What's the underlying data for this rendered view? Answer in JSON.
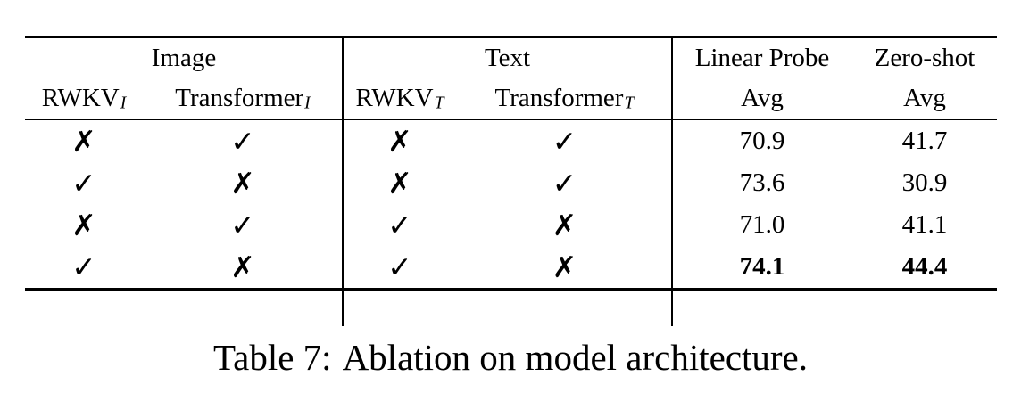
{
  "page": {
    "background": "#ffffff",
    "text_color": "#000000"
  },
  "table": {
    "group_headers": {
      "image": "Image",
      "text": "Text"
    },
    "headers": {
      "col1_base": "RWKV",
      "col1_sub": "I",
      "col2_base": "Transformer",
      "col2_sub": "I",
      "col3_base": "RWKV",
      "col3_sub": "T",
      "col4_base": "Transformer",
      "col4_sub": "T",
      "linear_probe_line1": "Linear Probe",
      "linear_probe_line2": "Avg",
      "zero_shot_line1": "Zero-shot",
      "zero_shot_line2": "Avg"
    },
    "mark_glyphs": {
      "check": "✓",
      "cross": "✗"
    },
    "rows": [
      {
        "marks": [
          "✗",
          "✓",
          "✗",
          "✓"
        ],
        "linear_probe": "70.9",
        "zero_shot": "41.7",
        "bold": false
      },
      {
        "marks": [
          "✓",
          "✗",
          "✗",
          "✓"
        ],
        "linear_probe": "73.6",
        "zero_shot": "30.9",
        "bold": false
      },
      {
        "marks": [
          "✗",
          "✓",
          "✓",
          "✗"
        ],
        "linear_probe": "71.0",
        "zero_shot": "41.1",
        "bold": false
      },
      {
        "marks": [
          "✓",
          "✗",
          "✓",
          "✗"
        ],
        "linear_probe": "74.1",
        "zero_shot": "44.4",
        "bold": true
      }
    ]
  },
  "caption": {
    "prefix": "Table 7:",
    "text": "Ablation on model architecture."
  }
}
